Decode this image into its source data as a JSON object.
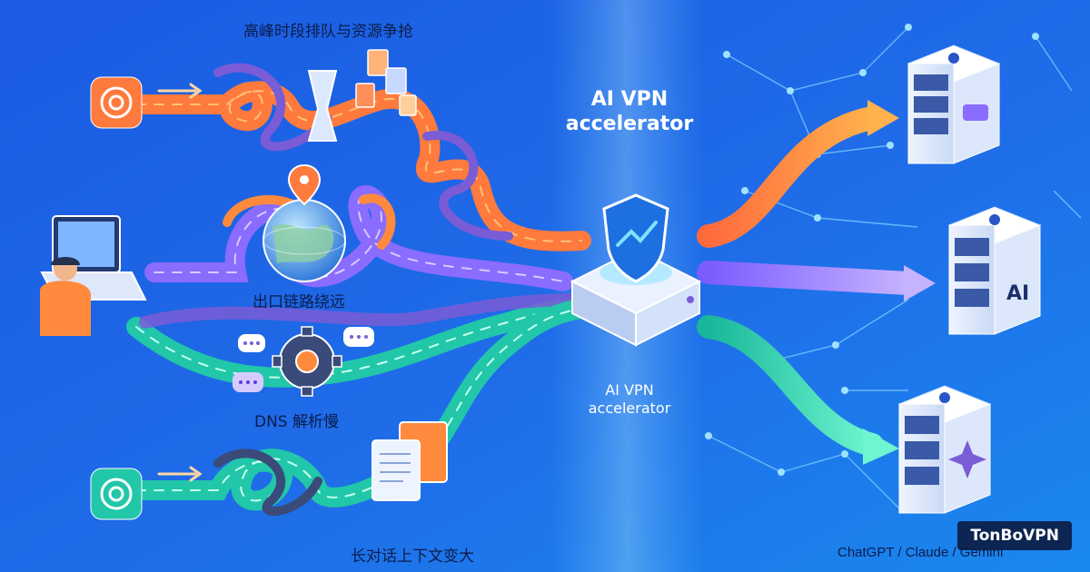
{
  "problems": {
    "peak_queue": "高峰时段排队与资源争抢",
    "route_detour": "出口链路绕远",
    "dns_slow": "DNS 解析慢",
    "long_context": "长对话上下文变大"
  },
  "hub": {
    "title_line1": "AI VPN",
    "title_line2": "accelerator",
    "sub_line1": "AI VPN",
    "sub_line2": "accelerator"
  },
  "servers": {
    "middle_badge": "AI"
  },
  "brand": "TonBoVPN",
  "services": "ChatGPT / Claude / Gemini",
  "icons": [
    "chatgpt-logo-icon",
    "globe-icon",
    "location-pin-icon",
    "gear-icon",
    "chat-bubble-icon",
    "document-icon",
    "shield-icon",
    "sparkle-icon",
    "laptop-icon",
    "server-rack-icon"
  ],
  "colors": {
    "background": "#1f63e0",
    "orange": "#ff8a3d",
    "purple": "#9b7bff",
    "teal": "#2fd6b0",
    "navy": "#0b1d4a"
  }
}
